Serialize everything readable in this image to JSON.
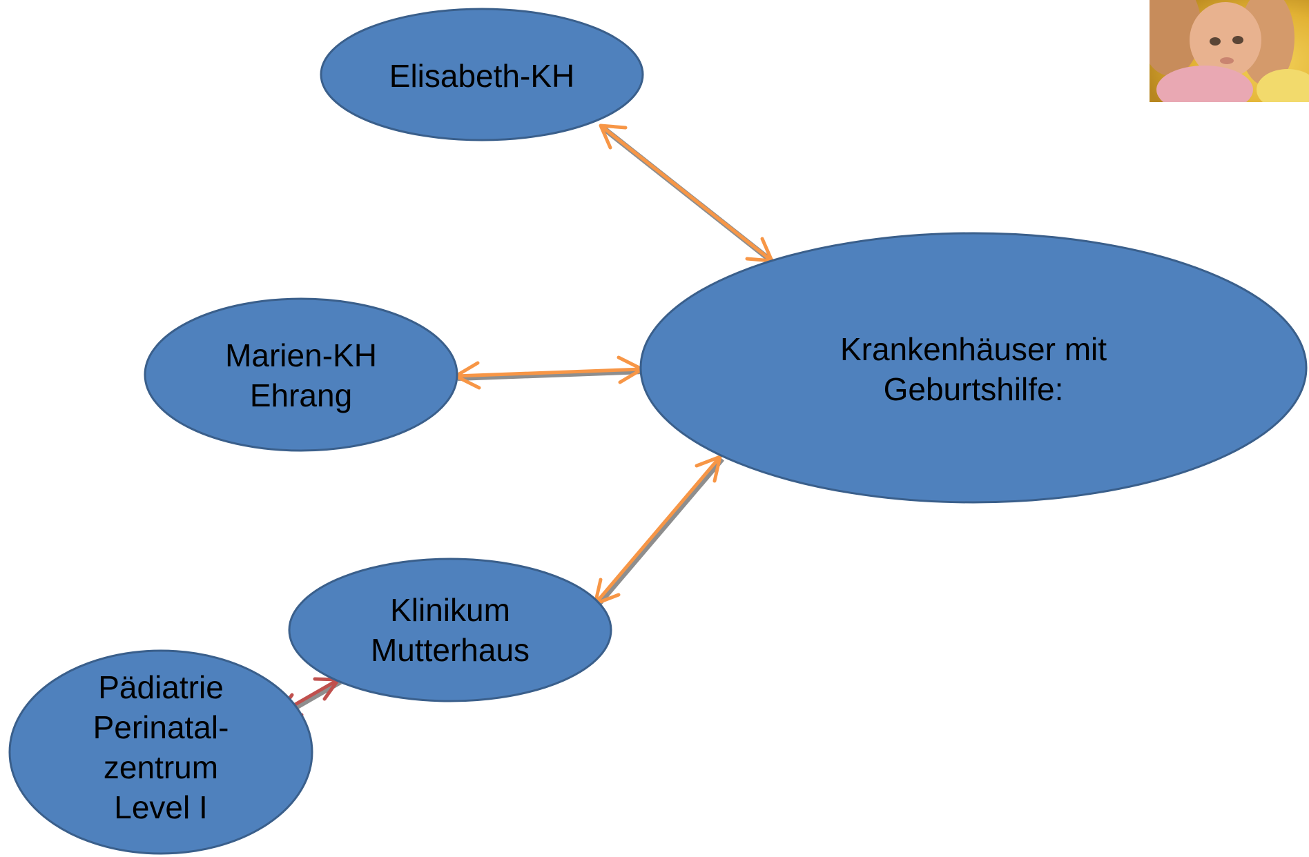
{
  "colors": {
    "node_fill": "#4f81bd",
    "node_stroke": "#3a5f8b",
    "arrow_orange": "#f79646",
    "arrow_red": "#c0504d"
  },
  "nodes": [
    {
      "id": "elisabeth-kh",
      "lines": [
        "Elisabeth-KH"
      ]
    },
    {
      "id": "krankenhaeuser",
      "lines": [
        "Krankenhäuser mit",
        "Geburtshilfe:"
      ]
    },
    {
      "id": "marien-kh",
      "lines": [
        "Marien-KH",
        "Ehrang"
      ]
    },
    {
      "id": "klinikum-mutterhaus",
      "lines": [
        "Klinikum",
        "Mutterhaus"
      ]
    },
    {
      "id": "paediatrie",
      "lines": [
        "Pädiatrie",
        "Perinatal-",
        "zentrum",
        "Level I"
      ]
    }
  ],
  "edges": [
    {
      "from": "elisabeth-kh",
      "to": "krankenhaeuser",
      "direction": "both",
      "color": "arrow_orange"
    },
    {
      "from": "marien-kh",
      "to": "krankenhaeuser",
      "direction": "both",
      "color": "arrow_orange"
    },
    {
      "from": "klinikum-mutterhaus",
      "to": "krankenhaeuser",
      "direction": "both",
      "color": "arrow_orange"
    },
    {
      "from": "paediatrie",
      "to": "klinikum-mutterhaus",
      "direction": "both",
      "color": "arrow_red"
    }
  ],
  "photo": {
    "icon": "baby-photo"
  }
}
